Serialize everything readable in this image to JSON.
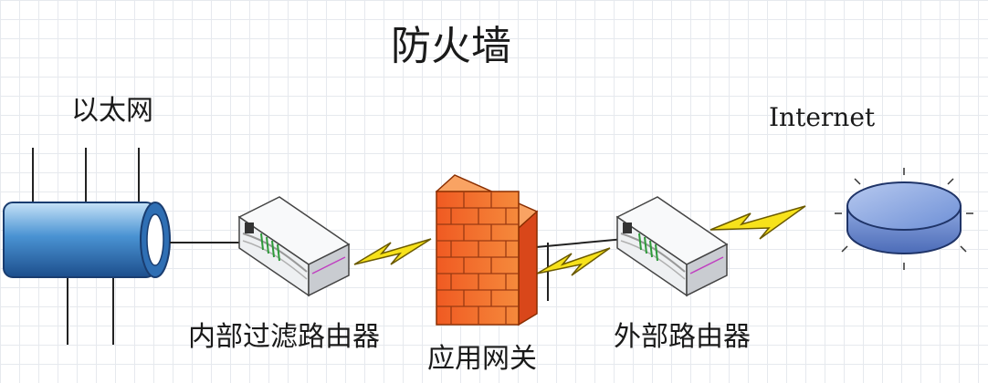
{
  "title": "防火墙",
  "nodes": {
    "ethernet": "以太网",
    "internet": "Internet",
    "internal_filter_router": "内部过滤路由器",
    "application_gateway": "应用网关",
    "external_router": "外部路由器"
  }
}
